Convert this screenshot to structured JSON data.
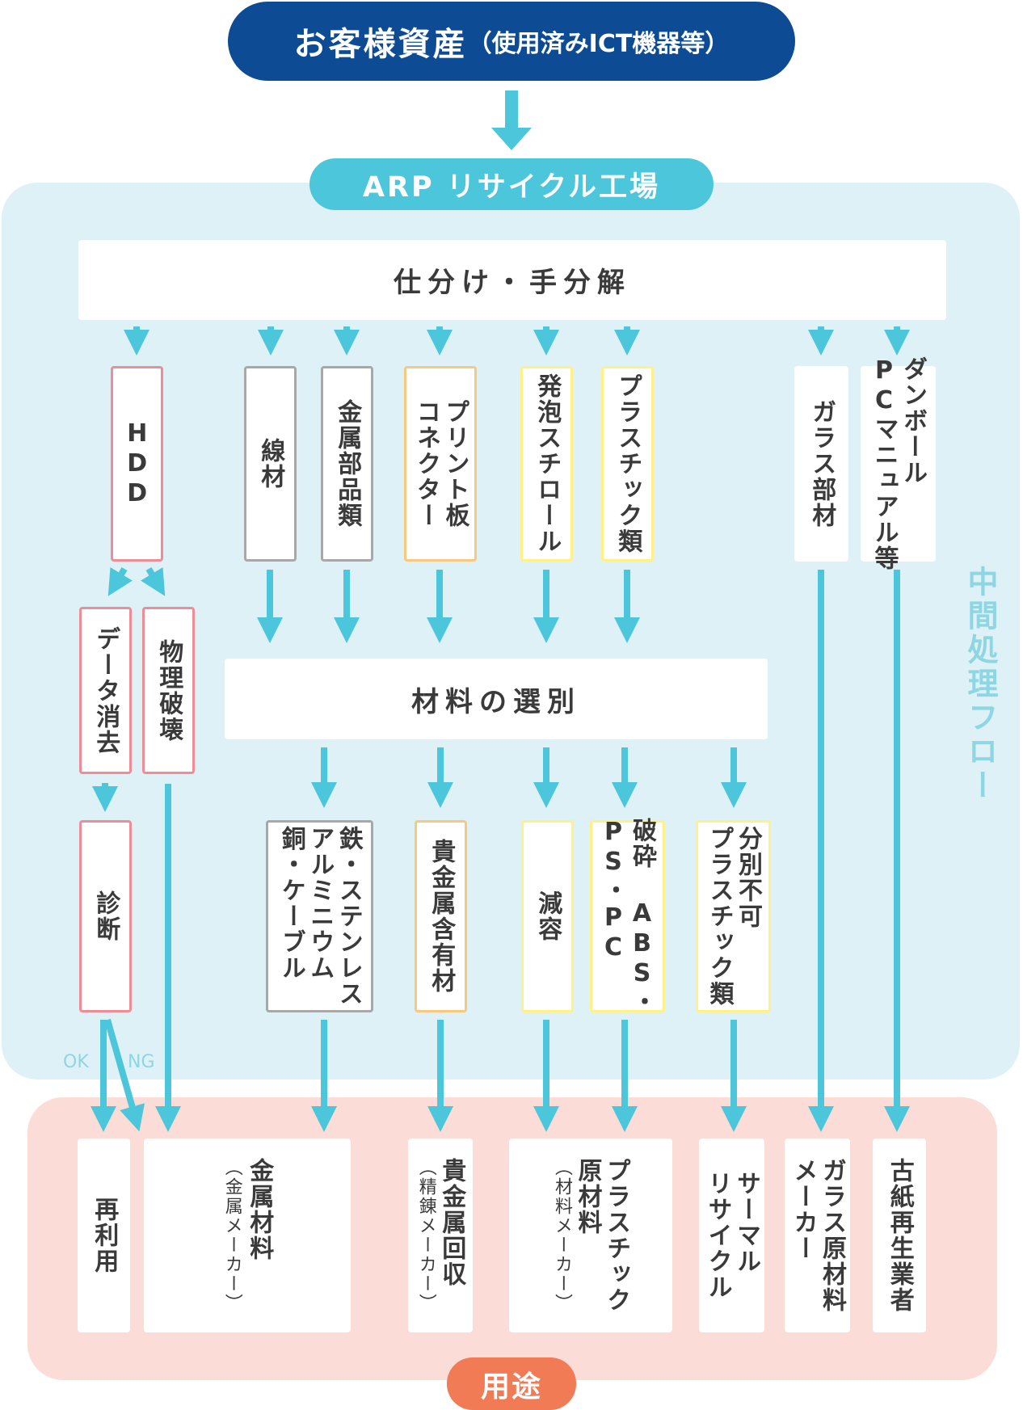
{
  "header": {
    "title": "お客様資産",
    "subtitle": "（使用済みICT機器等）"
  },
  "factory": {
    "label": "ARP リサイクル工場"
  },
  "steps": {
    "sorting": "仕分け・手分解",
    "selection": "材料の選別"
  },
  "side_label": "中間処理フロー",
  "sorted_items": {
    "hdd": "HDD",
    "wire": "線材",
    "metal_parts": "金属部品類",
    "pcb": [
      "プリント板",
      "コネクター"
    ],
    "styrofoam": "発泡スチロール",
    "plastics": "プラスチック類",
    "glass": "ガラス部材",
    "cardboard": [
      "ダンボール",
      "PCマニュアル等"
    ]
  },
  "hdd_process": {
    "erase": "データ消去",
    "destroy": "物理破壊",
    "diagnose": "診断",
    "ok": "OK",
    "ng": "NG"
  },
  "materials": {
    "metals": [
      "鉄・ステンレス",
      "アルミニウム",
      "銅・ケーブル"
    ],
    "precious": "貴金属含有材",
    "reduce": "減容",
    "crushed": [
      "破砕 ABS・",
      "PS・PC"
    ],
    "unsorted": [
      "分別不可",
      "プラスチック類"
    ]
  },
  "uses": {
    "reuse": "再利用",
    "metal_material": {
      "main": "金属材料",
      "note": "（金属メーカー）"
    },
    "precious_recovery": {
      "main": "貴金属回収",
      "note": "（精錬メーカー）"
    },
    "plastic_material": {
      "main": [
        "プラスチック",
        "原材料"
      ],
      "note": "（材料メーカー）"
    },
    "thermal": [
      "サーマル",
      "リサイクル"
    ],
    "glass_material": [
      "ガラス原材料",
      "メーカー"
    ],
    "paper": "古紙再生業者"
  },
  "footer_label": "用途",
  "colors": {
    "navy": "#0d4b94",
    "cyan": "#4bc6da",
    "blue_bg": "#ddf1f6",
    "pink_bg": "#fbdcd7",
    "orange": "#f07b55"
  }
}
